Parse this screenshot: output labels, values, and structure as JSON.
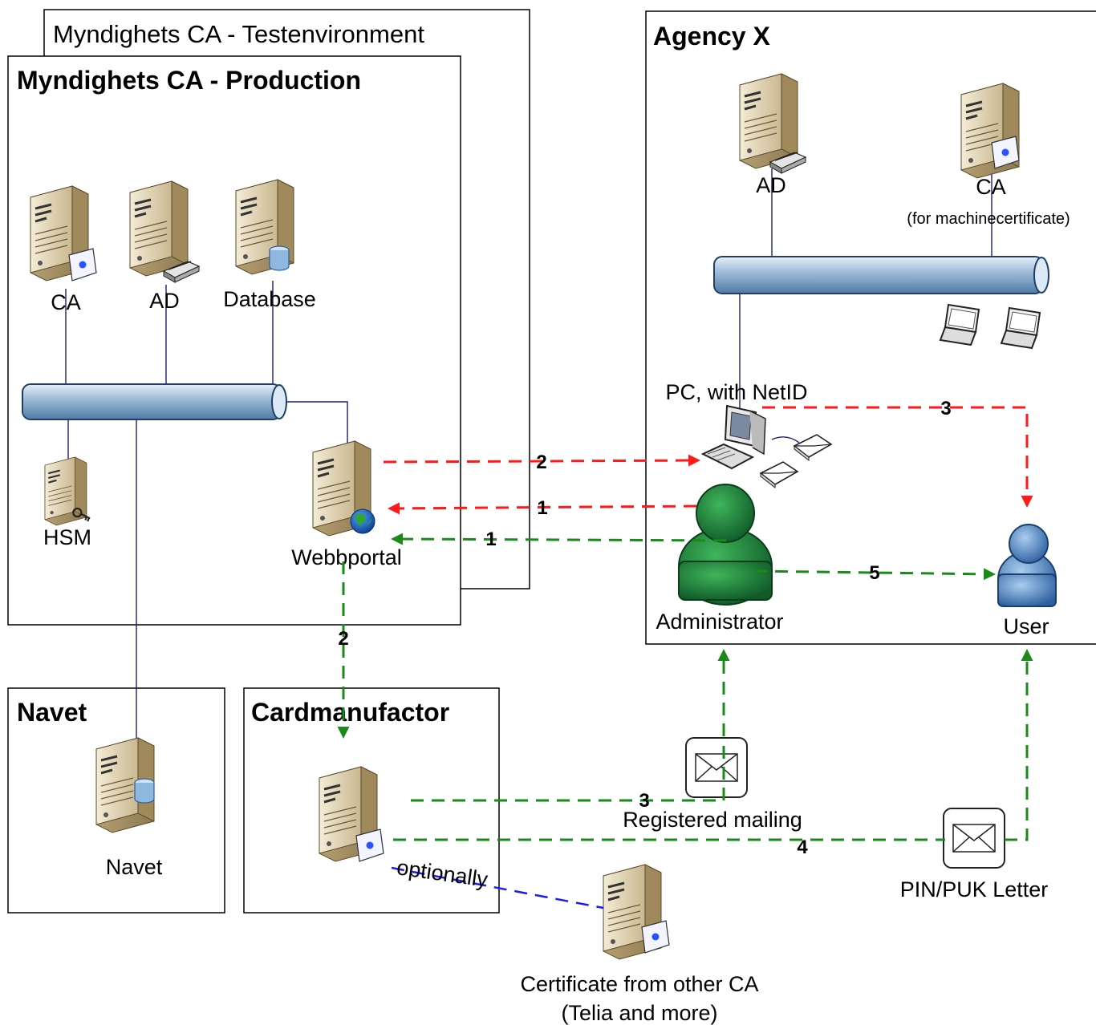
{
  "boxes": {
    "testenv": "Myndighets CA - Testenvironment",
    "production": "Myndighets CA - Production",
    "agency": "Agency X",
    "navet": "Navet",
    "cardmanufactor": "Cardmanufactor"
  },
  "nodes": {
    "prod_ca": "CA",
    "prod_ad": "AD",
    "prod_db": "Database",
    "hsm": "HSM",
    "webbportal": "Webbportal",
    "agency_ad": "AD",
    "agency_ca": "CA",
    "agency_ca_note": "(for machinecertificate)",
    "pc": "PC, with NetID",
    "administrator": "Administrator",
    "user": "User",
    "navet_server": "Navet",
    "registered_mailing": "Registered mailing",
    "pin_puk": "PIN/PUK Letter",
    "other_ca_line1": "Certificate from other CA",
    "other_ca_line2": "(Telia and more)"
  },
  "flows": {
    "red_2": "2",
    "red_1": "1",
    "red_3": "3",
    "green_1": "1",
    "green_2": "2",
    "green_3": "3",
    "green_4": "4",
    "green_5": "5",
    "optionally": "optionally"
  },
  "colors": {
    "red_flow": "#ff1a1a",
    "green_flow": "#1a8a1a",
    "blue_flow": "#1a1aff",
    "network_bus": "#8fb0d2",
    "admin_figure": "#1f7a3a",
    "user_figure": "#4a7fc0"
  }
}
